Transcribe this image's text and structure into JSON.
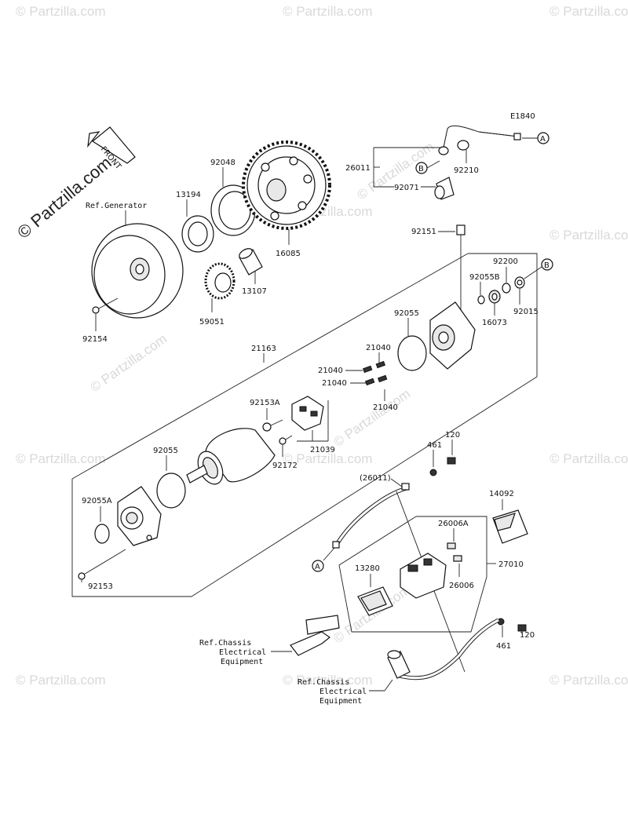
{
  "diagram_code": "E1840",
  "watermark": {
    "site": "© Partzilla.com",
    "site_large": "© Partzilla.com"
  },
  "callouts": {
    "A": "A",
    "B": "B"
  },
  "parts": {
    "p13194": "13194",
    "p92048": "92048",
    "p16085": "16085",
    "p13107": "13107",
    "p59051": "59051",
    "p92154": "92154",
    "p26011": "26011",
    "p92210": "92210",
    "p92071": "92071",
    "p92151": "92151",
    "p92200": "92200",
    "p92055B": "92055B",
    "p92015": "92015",
    "p16073": "16073",
    "p92055_top": "92055",
    "p21163": "21163",
    "p21040_a": "21040",
    "p21040_b": "21040",
    "p21040_c": "21040",
    "p21040_d": "21040",
    "p92153A": "92153A",
    "p21039": "21039",
    "p92172": "92172",
    "p92055_mid": "92055",
    "p92055A": "92055A",
    "p92153": "92153",
    "p461_top": "461",
    "p120_top": "120",
    "p26011_paren": "(26011)",
    "p14092": "14092",
    "p26006A": "26006A",
    "p27010": "27010",
    "p13280": "13280",
    "p26006": "26006",
    "p461_bot": "461",
    "p120_bot": "120"
  },
  "refs": {
    "generator": "Ref.Generator",
    "chassis1_l1": "Ref.Chassis",
    "chassis1_l2": "Electrical",
    "chassis1_l3": "Equipment",
    "chassis2_l1": "Ref.Chassis",
    "chassis2_l2": "Electrical",
    "chassis2_l3": "Equipment"
  },
  "front_label": "FRONT"
}
